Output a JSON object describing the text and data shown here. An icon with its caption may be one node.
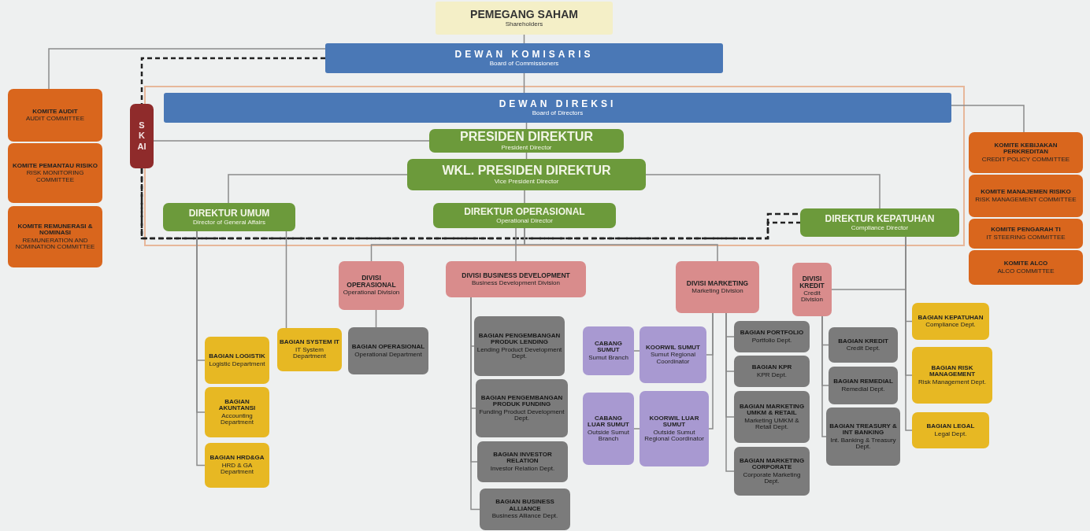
{
  "diagram": {
    "nodes": [
      {
        "text": [
          "PEMEGANG SAHAM",
          "Shareholders"
        ]
      },
      {
        "text": [
          "DEWAN KOMISARIS",
          "Board of Commissioners"
        ]
      },
      {
        "text": [
          "DEWAN DIREKSI",
          "Board of Directors"
        ]
      },
      {
        "text": [
          "PRESIDEN DIREKTUR",
          "President Director"
        ]
      },
      {
        "text": [
          "WKL. PRESIDEN DIREKTUR",
          "Vice President Director"
        ]
      },
      {
        "text": [
          "DIREKTUR UMUM",
          "Director of General Affairs"
        ]
      },
      {
        "text": [
          "DIREKTUR OPERASIONAL",
          "Operational Director"
        ]
      },
      {
        "text": [
          "DIREKTUR KEPATUHAN",
          "Compliance Director"
        ]
      },
      {
        "text": [
          "SKAI"
        ]
      },
      {
        "text": [
          "KOMITE AUDIT",
          "AUDIT COMMITTEE"
        ]
      },
      {
        "text": [
          "KOMITE PEMANTAU RISIKO",
          "RISK MONITORING COMMITTEE"
        ]
      },
      {
        "text": [
          "KOMITE REMUNERASI & NOMINASI",
          "REMUNERATION AND NOMINATION COMMITTEE"
        ]
      },
      {
        "text": [
          "KOMITE KEBIJAKAN PERKREDITAN",
          "CREDIT POLICY COMMITTEE"
        ]
      },
      {
        "text": [
          "KOMITE MANAJEMEN RISIKO",
          "RISK MANAGEMENT COMMITTEE"
        ]
      },
      {
        "text": [
          "KOMITE PENGARAH TI",
          "IT STEERING COMMITTEE"
        ]
      },
      {
        "text": [
          "KOMITE ALCO",
          "ALCO COMMITTEE"
        ]
      },
      {
        "text": [
          "DIVISI OPERASIONAL",
          "Operational Division"
        ]
      },
      {
        "text": [
          "DIVISI BUSINESS DEVELOPMENT",
          "Business Development Division"
        ]
      },
      {
        "text": [
          "DIVISI MARKETING",
          "Marketing Division"
        ]
      },
      {
        "text": [
          "DIVISI KREDIT",
          "Credit Division"
        ]
      },
      {
        "text": [
          "BAGIAN LOGISTIK",
          "Logistic Department"
        ]
      },
      {
        "text": [
          "BAGIAN AKUNTANSI",
          "Accounting Department"
        ]
      },
      {
        "text": [
          "BAGIAN HRD&GA",
          "HRD & GA Department"
        ]
      },
      {
        "text": [
          "BAGIAN SYSTEM IT",
          "IT System Department"
        ]
      },
      {
        "text": [
          "BAGIAN OPERASIONAL",
          "Operational Department"
        ]
      },
      {
        "text": [
          "BAGIAN PENGEMBANGAN PRODUK LENDING",
          "Lending Product Development Dept."
        ]
      },
      {
        "text": [
          "BAGIAN PENGEMBANGAN PRODUK FUNDING",
          "Funding Product Development Dept."
        ]
      },
      {
        "text": [
          "BAGIAN INVESTOR RELATION",
          "Investor Relation Dept."
        ]
      },
      {
        "text": [
          "BAGIAN BUSINESS ALLIANCE",
          "Business Alliance Dept."
        ]
      },
      {
        "text": [
          "CABANG SUMUT",
          "Sumut Branch"
        ]
      },
      {
        "text": [
          "KOORWIL SUMUT",
          "Sumut Regional Coordinator"
        ]
      },
      {
        "text": [
          "CABANG LUAR SUMUT",
          "Outside Sumut Branch"
        ]
      },
      {
        "text": [
          "KOORWIL LUAR SUMUT",
          "Outside Sumut Regional Coordinator"
        ]
      },
      {
        "text": [
          "BAGIAN PORTFOLIO",
          "Portfolio Dept."
        ]
      },
      {
        "text": [
          "BAGIAN KPR",
          "KPR Dept."
        ]
      },
      {
        "text": [
          "BAGIAN MARKETING UMKM & RETAIL",
          "Marketing UMKM & Retail Dept."
        ]
      },
      {
        "text": [
          "BAGIAN MARKETING CORPORATE",
          "Corporate Marketing Dept."
        ]
      },
      {
        "text": [
          "BAGIAN KREDIT",
          "Credit Dept."
        ]
      },
      {
        "text": [
          "BAGIAN REMEDIAL",
          "Remedial Dept."
        ]
      },
      {
        "text": [
          "BAGIAN TREASURY & INT BANKING",
          "Int. Banking & Treasury Dept."
        ]
      },
      {
        "text": [
          "BAGIAN KEPATUHAN",
          "Compliance Dept."
        ]
      },
      {
        "text": [
          "BAGIAN RISK MANAGEMENT",
          "Risk Management Dept."
        ]
      },
      {
        "text": [
          "BAGIAN LEGAL",
          "Legal Dept."
        ]
      }
    ],
    "edges": [
      {
        "from": 0,
        "to": 1,
        "arrow": "none"
      },
      {
        "from": 1,
        "to": 2,
        "arrow": "none"
      },
      {
        "from": 2,
        "to": 3,
        "arrow": "none"
      },
      {
        "from": 3,
        "to": 4,
        "arrow": "none"
      },
      {
        "from": 4,
        "to": 6,
        "arrow": "none"
      },
      {
        "from": 4,
        "to": 5,
        "arrow": "none"
      },
      {
        "from": 4,
        "to": 7,
        "arrow": "none"
      },
      {
        "from": 1,
        "to": 8,
        "arrow": "none",
        "style": "dashed",
        "color": "#222222"
      },
      {
        "from": 8,
        "to": 3,
        "arrow": "none"
      },
      {
        "from": 8,
        "to": 7,
        "arrow": "none",
        "style": "dashed",
        "color": "#222222"
      },
      {
        "from": 1,
        "to": 9,
        "arrow": "none"
      },
      {
        "from": 2,
        "to": 12,
        "arrow": "none"
      },
      {
        "from": 5,
        "to": 20,
        "arrow": "none"
      },
      {
        "from": 5,
        "to": 21,
        "arrow": "none"
      },
      {
        "from": 5,
        "to": 22,
        "arrow": "none"
      },
      {
        "from": 5,
        "to": 23,
        "arrow": "none"
      },
      {
        "from": 6,
        "to": 16,
        "arrow": "none"
      },
      {
        "from": 6,
        "to": 17,
        "arrow": "none"
      },
      {
        "from": 6,
        "to": 18,
        "arrow": "none"
      },
      {
        "from": 7,
        "to": 19,
        "arrow": "none"
      },
      {
        "from": 7,
        "to": 40,
        "arrow": "none"
      },
      {
        "from": 7,
        "to": 41,
        "arrow": "none"
      },
      {
        "from": 7,
        "to": 42,
        "arrow": "none"
      },
      {
        "from": 16,
        "to": 24,
        "arrow": "none"
      },
      {
        "from": 17,
        "to": 25,
        "arrow": "none"
      },
      {
        "from": 17,
        "to": 26,
        "arrow": "none"
      },
      {
        "from": 17,
        "to": 27,
        "arrow": "none"
      },
      {
        "from": 17,
        "to": 28,
        "arrow": "none"
      },
      {
        "from": 18,
        "to": 30,
        "arrow": "none"
      },
      {
        "from": 30,
        "to": 29,
        "arrow": "none"
      },
      {
        "from": 18,
        "to": 32,
        "arrow": "none"
      },
      {
        "from": 32,
        "to": 31,
        "arrow": "none"
      },
      {
        "from": 18,
        "to": 33,
        "arrow": "none"
      },
      {
        "from": 18,
        "to": 34,
        "arrow": "none"
      },
      {
        "from": 18,
        "to": 35,
        "arrow": "none"
      },
      {
        "from": 18,
        "to": 36,
        "arrow": "none"
      },
      {
        "from": 19,
        "to": 37,
        "arrow": "none"
      },
      {
        "from": 19,
        "to": 38,
        "arrow": "none"
      },
      {
        "from": 19,
        "to": 39,
        "arrow": "none"
      }
    ]
  }
}
